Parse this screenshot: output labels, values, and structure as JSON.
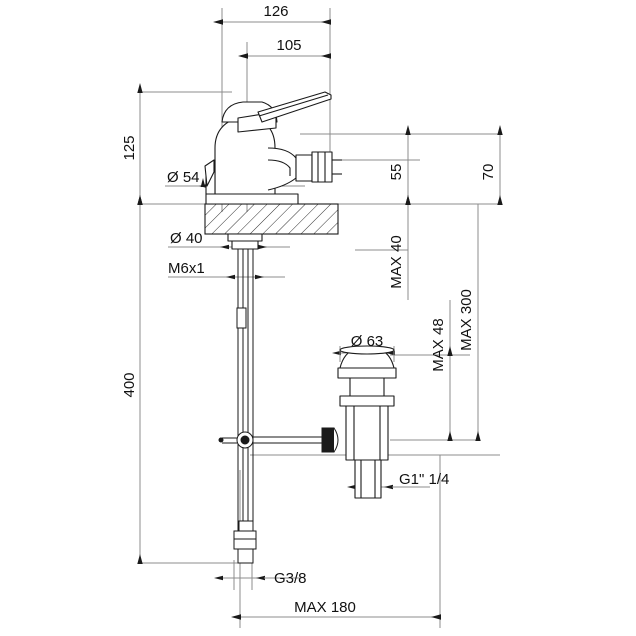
{
  "drawing": {
    "type": "technical-dimension-drawing",
    "subject": "Single-lever bidet mixer with pop-up waste assembly",
    "units": "mm",
    "line_colors": {
      "object": "#1a1a1a",
      "dimension": "#8c8c8c",
      "arrow": "#1a1a1a",
      "hatch": "#1a1a1a",
      "background": "#ffffff"
    }
  },
  "dimensions": {
    "top": [
      {
        "id": "d126",
        "label": "126",
        "orientation": "horizontal"
      },
      {
        "id": "d105",
        "label": "105",
        "orientation": "horizontal"
      }
    ],
    "left": [
      {
        "id": "d125",
        "label": "125",
        "orientation": "vertical"
      },
      {
        "id": "d400",
        "label": "400",
        "orientation": "vertical"
      }
    ],
    "leaders": [
      {
        "id": "dia54",
        "label": "Ø 54"
      },
      {
        "id": "dia40",
        "label": "Ø 40"
      },
      {
        "id": "m6x1",
        "label": "M6x1"
      },
      {
        "id": "dia63",
        "label": "Ø 63"
      },
      {
        "id": "g38",
        "label": "G3/8"
      },
      {
        "id": "g114",
        "label": "G1\" 1/4"
      }
    ],
    "right": [
      {
        "id": "d55",
        "label": "55",
        "orientation": "vertical"
      },
      {
        "id": "d70",
        "label": "70",
        "orientation": "vertical"
      },
      {
        "id": "max40",
        "label": "MAX 40",
        "orientation": "vertical"
      },
      {
        "id": "max48",
        "label": "MAX 48",
        "orientation": "vertical"
      },
      {
        "id": "max300",
        "label": "MAX 300",
        "orientation": "vertical"
      }
    ],
    "bottom": [
      {
        "id": "max180",
        "label": "MAX 180",
        "orientation": "horizontal"
      }
    ]
  }
}
